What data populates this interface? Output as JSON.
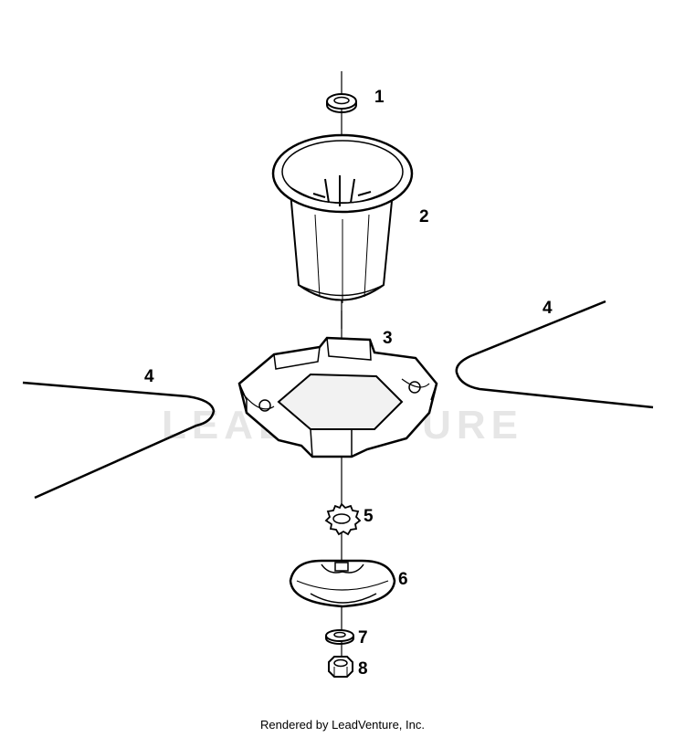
{
  "diagram": {
    "parts": [
      {
        "callout": "1",
        "part": "washer"
      },
      {
        "callout": "2",
        "part": "cup"
      },
      {
        "callout": "3",
        "part": "line-holder-head"
      },
      {
        "callout": "4",
        "part": "trimmer-line"
      },
      {
        "callout": "5",
        "part": "star-washer"
      },
      {
        "callout": "6",
        "part": "dome-cover"
      },
      {
        "callout": "7",
        "part": "washer"
      },
      {
        "callout": "8",
        "part": "nut"
      }
    ],
    "watermark": "LEADVENTURE",
    "footer": "Rendered by LeadVenture, Inc."
  }
}
